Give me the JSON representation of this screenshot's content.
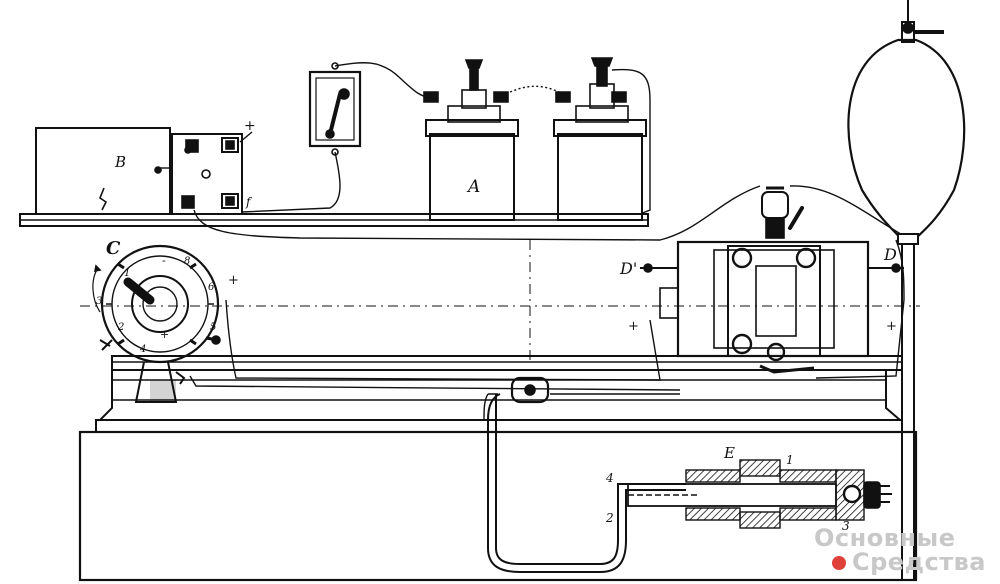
{
  "labels": {
    "battery": "A",
    "box": "B",
    "commutator": "C",
    "electrode_left": "D'",
    "electrode_right": "D",
    "section": "E",
    "plus_box": "+",
    "minus_box": "-",
    "f_terminal": "f",
    "plus_left": "+",
    "plus_mid": "+",
    "plus_right": "+",
    "c_plus": "+",
    "c_minus": "-",
    "c_8": "8",
    "c_6": "6",
    "c_5": "5",
    "c_3": "3",
    "c_2": "2",
    "c_1": "1",
    "c_4": "4",
    "e_1": "1",
    "e_2": "2",
    "e_3": "3",
    "e_4": "4"
  },
  "watermark": {
    "line1": "Основные",
    "line2": "Средства",
    "dot_color": "#e0403a"
  },
  "colors": {
    "ink": "#111111",
    "paper": "#ffffff"
  }
}
